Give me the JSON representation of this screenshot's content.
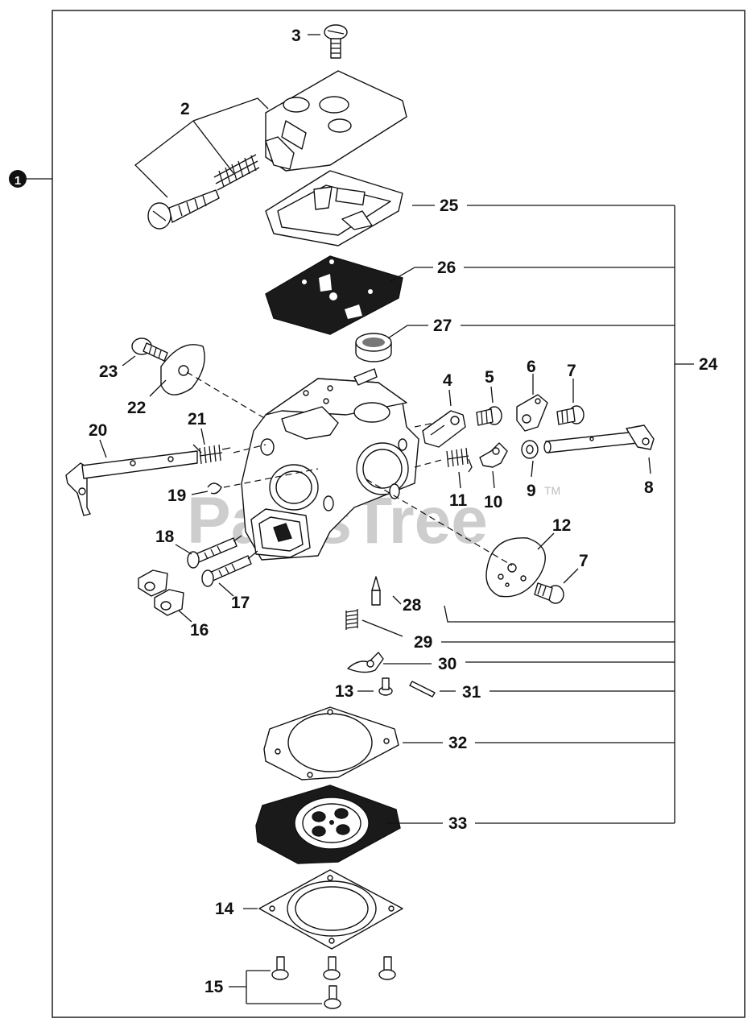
{
  "watermark": {
    "brand": "PartsTree",
    "trademark": "TM"
  },
  "assembly_marker": "1",
  "callouts": {
    "c2": "2",
    "c3": "3",
    "c4": "4",
    "c5": "5",
    "c6": "6",
    "c7a": "7",
    "c7b": "7",
    "c8": "8",
    "c9": "9",
    "c10": "10",
    "c11": "11",
    "c12": "12",
    "c13": "13",
    "c14": "14",
    "c15": "15",
    "c16": "16",
    "c17": "17",
    "c18": "18",
    "c19": "19",
    "c20": "20",
    "c21": "21",
    "c22": "22",
    "c23": "23",
    "c24": "24",
    "c25": "25",
    "c26": "26",
    "c27": "27",
    "c28": "28",
    "c29": "29",
    "c30": "30",
    "c31": "31",
    "c32": "32",
    "c33": "33"
  }
}
